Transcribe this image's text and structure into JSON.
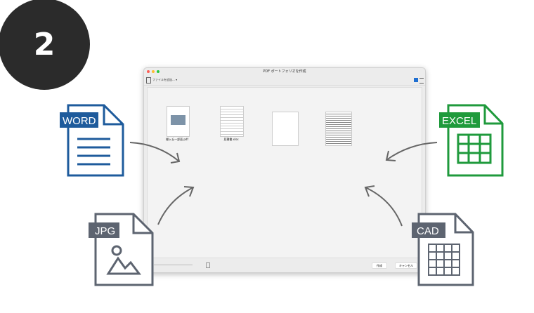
{
  "step_number": "2",
  "window": {
    "title": "PDF ポートフォリオを作成",
    "add_files_label": "ファイルを追加...",
    "files": [
      {
        "name": "棚ヶ丘一部面.pdf"
      },
      {
        "name": "見積書.xlsx"
      },
      {
        "name": ""
      },
      {
        "name": ""
      }
    ],
    "create_button": "作成",
    "cancel_button": "キャンセル",
    "thumbnail_size_fraction": 0.05
  },
  "file_icons": {
    "word": "WORD",
    "excel": "EXCEL",
    "jpg": "JPG",
    "cad": "CAD"
  },
  "colors": {
    "word": "#1e5b9c",
    "excel": "#1f9a3c",
    "jpg": "#5d6470",
    "cad": "#5d6470",
    "arrow": "#666666"
  }
}
